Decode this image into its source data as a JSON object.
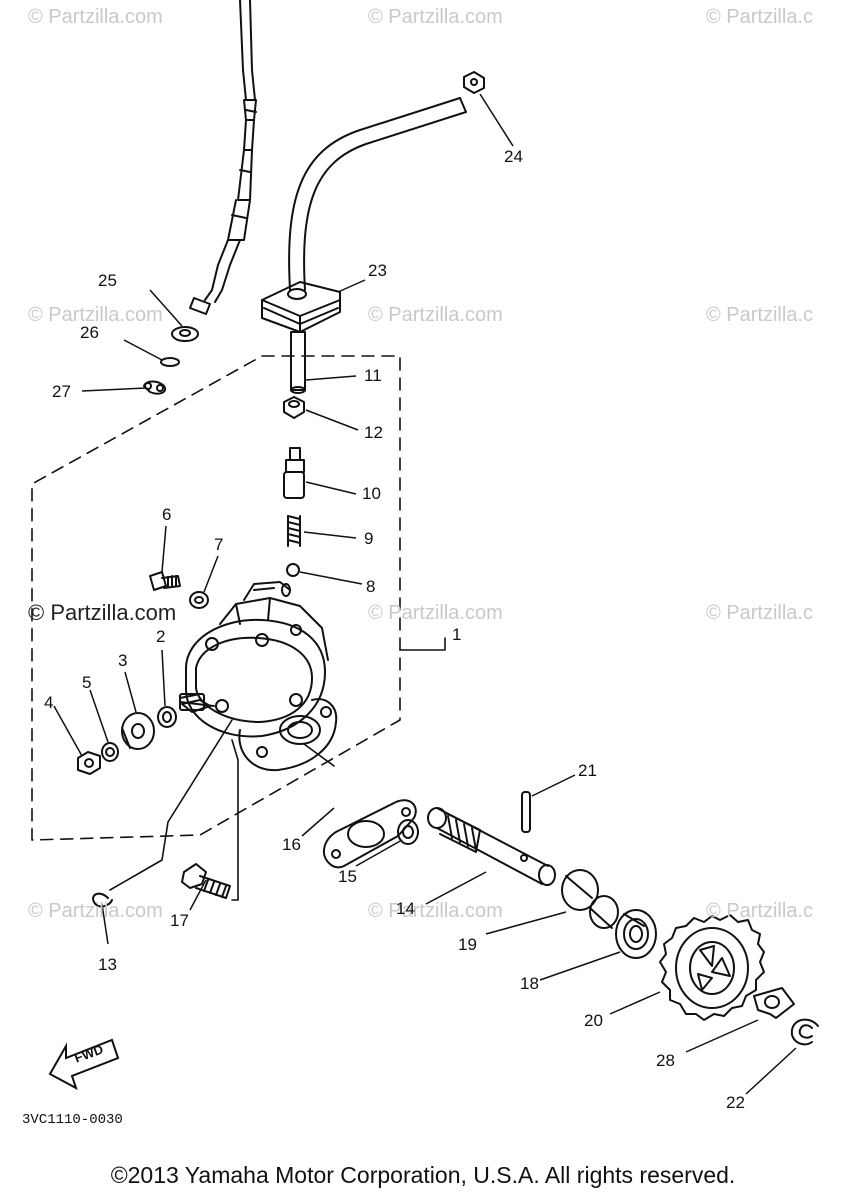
{
  "watermarks": [
    "© Partzilla.com",
    "© Partzilla.com",
    "© Partzilla.c",
    "© Partzilla.com",
    "© Partzilla.com",
    "© Partzilla.c",
    "© Partzilla.com",
    "© Partzilla.c",
    "© Partzilla.com",
    "© Partzilla.com",
    "© Partzilla.c"
  ],
  "watermark_prominent": "© Partzilla.com",
  "callouts": {
    "p1": "1",
    "p2": "2",
    "p3": "3",
    "p4": "4",
    "p5": "5",
    "p6": "6",
    "p7": "7",
    "p8": "8",
    "p9": "9",
    "p10": "10",
    "p11": "11",
    "p12": "12",
    "p13": "13",
    "p14": "14",
    "p15": "15",
    "p16": "16",
    "p17": "17",
    "p18": "18",
    "p19": "19",
    "p20": "20",
    "p21": "21",
    "p22": "22",
    "p23": "23",
    "p24": "24",
    "p25": "25",
    "p26": "26",
    "p27": "27",
    "p28": "28"
  },
  "fwd_label": "FWD",
  "diagram_code": "3VC1110-0030",
  "copyright": "©2013 Yamaha Motor Corporation, U.S.A. All rights reserved.",
  "colors": {
    "ink": "#111111",
    "watermark": "#c9c9c9",
    "background": "#ffffff"
  }
}
